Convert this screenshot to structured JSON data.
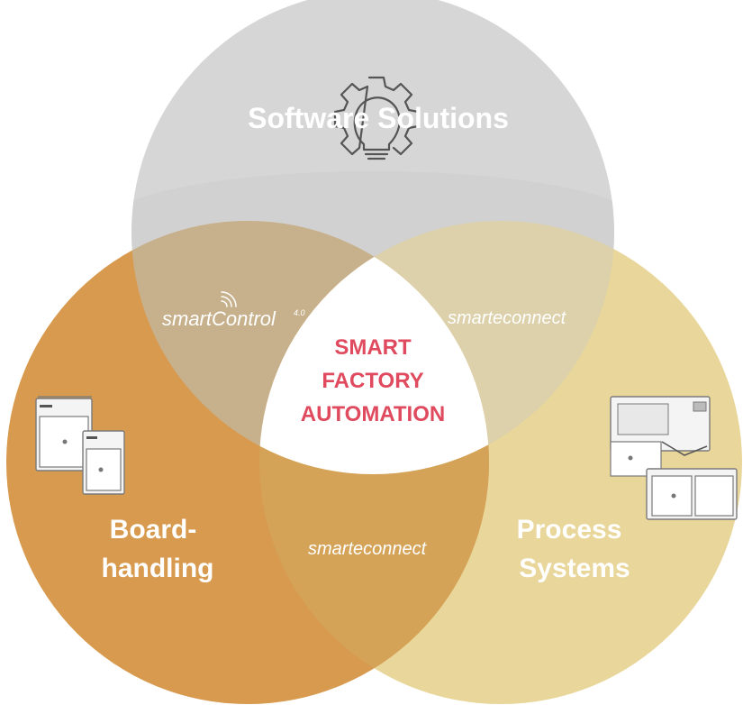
{
  "diagram": {
    "center_label_lines": [
      "SMART",
      "FACTORY",
      "AUTOMATION"
    ],
    "circles": [
      {
        "id": "software",
        "label": "Software Solutions",
        "color": "#d6d6d6",
        "icon": "gear-lightbulb-icon"
      },
      {
        "id": "boardhandling",
        "label_lines": [
          "Board-",
          "handling"
        ],
        "color": "#d79a4e",
        "icon": "boardhandling-machines-illustration"
      },
      {
        "id": "process",
        "label_lines": [
          "Process",
          "Systems"
        ],
        "color": "#e9d69a",
        "icon": "process-system-machine-illustration"
      }
    ],
    "intersections": {
      "software_boardhandling": {
        "brand": "smartControl",
        "superscript": "4.0",
        "icon": "wifi-signal-icon"
      },
      "software_process": {
        "brand_prefix": "smart",
        "brand_suffix": "connect",
        "icon": "e-symbol-icon"
      },
      "boardhandling_process": {
        "brand_prefix": "smart",
        "brand_suffix": "connect",
        "icon": "e-symbol-icon"
      }
    },
    "colors": {
      "center_text": "#e04a5e",
      "center_fill": "#ffffff",
      "overlap_software_board": "#c7b08c",
      "overlap_software_process": "#dcd1ab",
      "overlap_board_process": "#d4a357"
    }
  }
}
